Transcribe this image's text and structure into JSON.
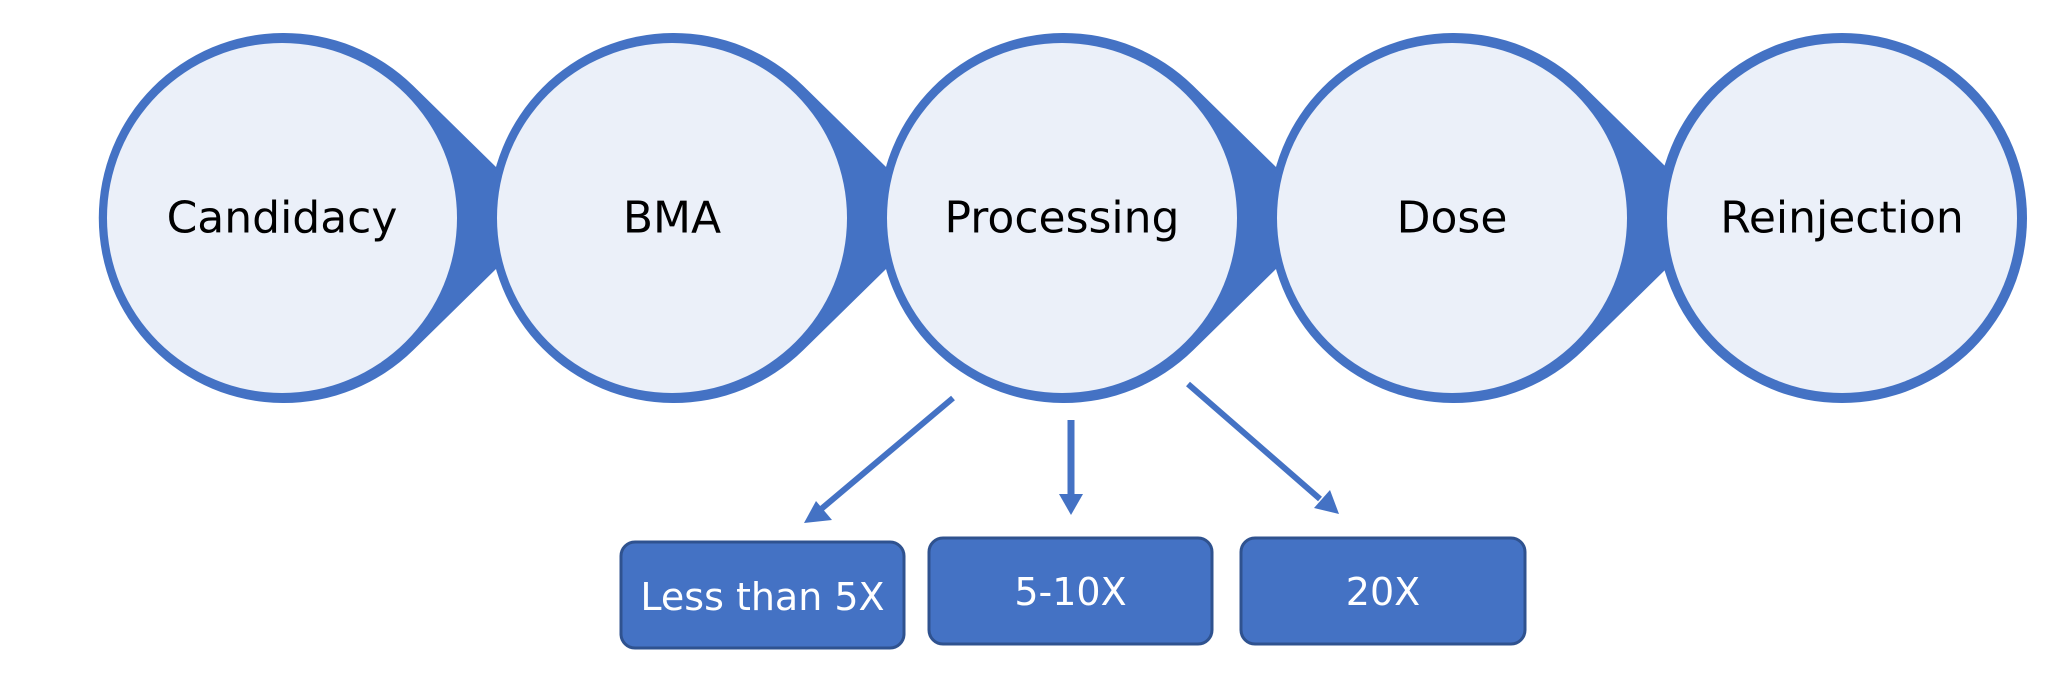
{
  "colors": {
    "accent": "#4472C4",
    "circle_fill": "#EBF0F9",
    "option_border": "#2F528F",
    "step_text": "#000000",
    "option_text": "#FFFFFF"
  },
  "steps": [
    {
      "label": "Candidacy"
    },
    {
      "label": "BMA"
    },
    {
      "label": "Processing"
    },
    {
      "label": "Dose"
    },
    {
      "label": "Reinjection"
    }
  ],
  "options": [
    {
      "label": "Less than 5X"
    },
    {
      "label": "5-10X"
    },
    {
      "label": "20X"
    }
  ]
}
